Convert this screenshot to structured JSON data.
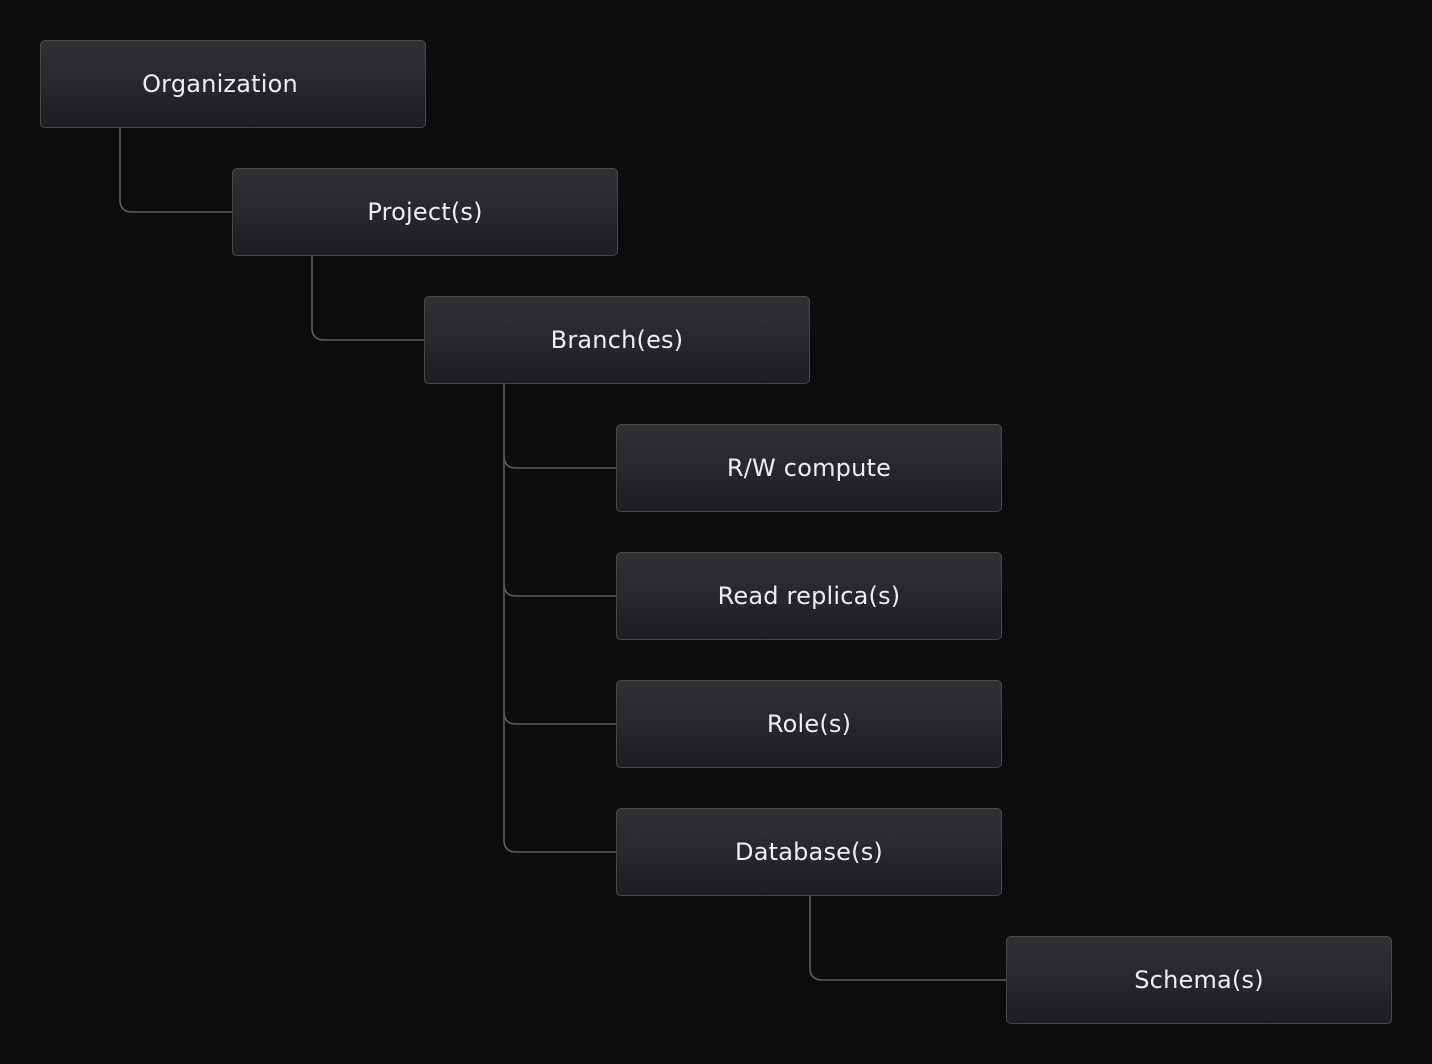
{
  "hierarchy": {
    "organization": "Organization",
    "projects": "Project(s)",
    "branches": "Branch(es)",
    "rw_compute": "R/W compute",
    "read_replicas": "Read replica(s)",
    "roles": "Role(s)",
    "databases": "Database(s)",
    "schemas": "Schema(s)"
  },
  "edges": [
    [
      "organization",
      "projects"
    ],
    [
      "projects",
      "branches"
    ],
    [
      "branches",
      "rw_compute"
    ],
    [
      "branches",
      "read_replicas"
    ],
    [
      "branches",
      "roles"
    ],
    [
      "branches",
      "databases"
    ],
    [
      "databases",
      "schemas"
    ]
  ],
  "colors": {
    "background": "#0c0c0d",
    "node_fill_top": "#303135",
    "node_fill_bottom": "#1d1e21",
    "node_border": "#47484c",
    "connector": "#5c5d61",
    "text": "#eceeef"
  }
}
